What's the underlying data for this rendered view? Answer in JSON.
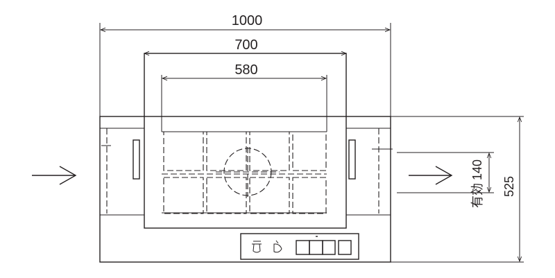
{
  "drawing": {
    "dimensions": {
      "overall_width": "1000",
      "frame_width": "700",
      "inner_width": "580",
      "depth": "525",
      "effective_height": "140"
    },
    "labels": {
      "effective_prefix": "有効"
    },
    "colors": {
      "line": "#231f20",
      "background": "#ffffff"
    }
  }
}
